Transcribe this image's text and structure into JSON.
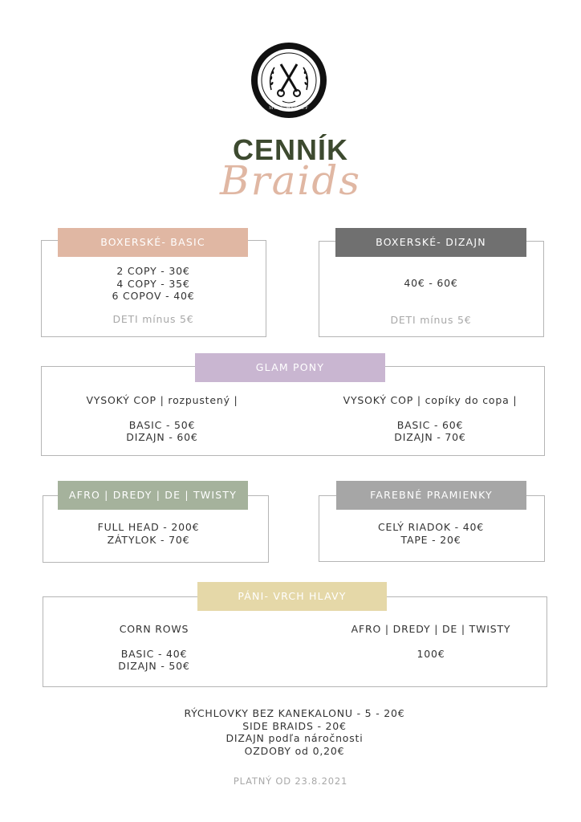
{
  "header": {
    "title": "CENNÍK",
    "script_title": "Braids",
    "logo_text": "ME & MYSELF"
  },
  "sections": {
    "boxerske_basic": {
      "label": "BOXERSKÉ- BASIC",
      "lines": [
        "2 COPY - 30€",
        "4 COPY - 35€",
        "6 COPOV - 40€"
      ],
      "note": "DETI mínus 5€"
    },
    "boxerske_dizajn": {
      "label": "BOXERSKÉ- DIZAJN",
      "price": "40€ - 60€",
      "note": "DETI mínus 5€"
    },
    "glam_pony": {
      "label": "GLAM PONY",
      "left_title": "VYSOKÝ COP | rozpustený |",
      "left_lines": [
        "BASIC - 50€",
        "DIZAJN - 60€"
      ],
      "right_title": "VYSOKÝ COP | copíky do copa |",
      "right_lines": [
        "BASIC - 60€",
        "DIZAJN - 70€"
      ]
    },
    "afro": {
      "label": "AFRO | DREDY | DE | TWISTY",
      "lines": [
        "FULL HEAD - 200€",
        "ZÁTYLOK - 70€"
      ]
    },
    "farebne": {
      "label": "FAREBNÉ PRAMIENKY",
      "lines": [
        "CELÝ RIADOK - 40€",
        "TAPE - 20€"
      ]
    },
    "pani": {
      "label": "PÁNI- VRCH HLAVY",
      "left_title": "CORN ROWS",
      "left_lines": [
        "BASIC - 40€",
        "DIZAJN - 50€"
      ],
      "right_title": "AFRO | DREDY | DE | TWISTY",
      "right_price": "100€"
    }
  },
  "extras": [
    "RÝCHLOVKY BEZ KANEKALONU - 5 - 20€",
    "SIDE BRAIDS - 20€",
    "DIZAJN podľa náročnosti",
    "OZDOBY od 0,20€"
  ],
  "footer": "PLATNÝ OD 23.8.2021",
  "colors": {
    "title": "#3d4a2f",
    "script": "#e0b7a3",
    "boxerske_basic": "#e0b7a3",
    "boxerske_dizajn": "#707070",
    "glam_pony": "#c9b6d1",
    "afro": "#a5b29c",
    "farebne": "#a6a6a6",
    "pani": "#e5d8a8"
  }
}
